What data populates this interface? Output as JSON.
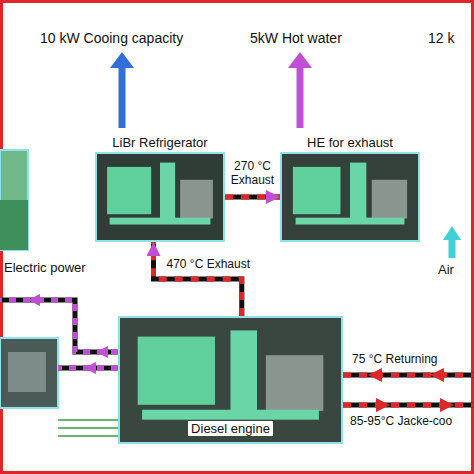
{
  "diagram": {
    "nodes": [
      {
        "text": [
          "LiBr Refrigerator"
        ]
      },
      {
        "text": [
          "HE for exhaust"
        ]
      },
      {
        "text": [
          "Diesel engine"
        ]
      }
    ],
    "edges": [
      {
        "from": 2,
        "to": 0,
        "label": "470 °C Exhaust",
        "arrow": "to"
      },
      {
        "from": 0,
        "to": 1,
        "label": "270 °C Exhaust",
        "arrow": "to"
      }
    ],
    "labels": [
      "10 kW Cooing capacity",
      "5kW Hot water",
      "12 k",
      "Electric power",
      "Air",
      "75 °C Returning",
      "85-95°C Jacke-coo"
    ]
  }
}
